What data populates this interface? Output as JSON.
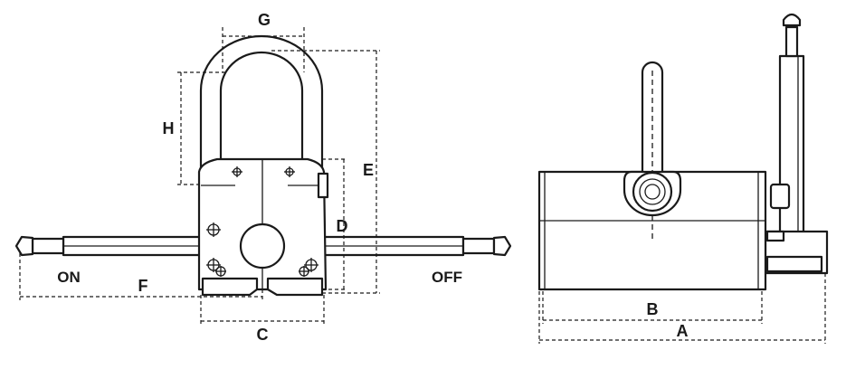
{
  "front_view": {
    "labels": {
      "g": "G",
      "h": "H",
      "e": "E",
      "d": "D",
      "c": "C",
      "f": "F",
      "on": "ON",
      "off": "OFF"
    }
  },
  "side_view": {
    "labels": {
      "b": "B",
      "a": "A"
    }
  }
}
